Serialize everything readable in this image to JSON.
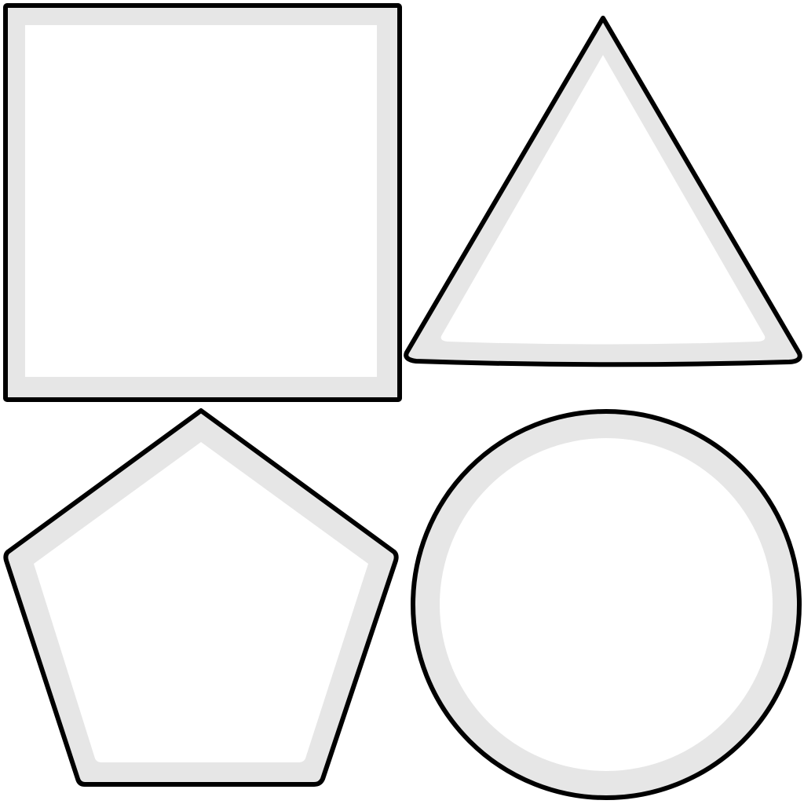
{
  "colors": {
    "background": "#ffffff",
    "outline": "#000000",
    "border_fill": "#e6e6e6",
    "interior_fill": "#ffffff"
  },
  "shapes": [
    {
      "kind": "square",
      "icon": "square-icon"
    },
    {
      "kind": "triangle",
      "icon": "triangle-icon"
    },
    {
      "kind": "pentagon",
      "icon": "pentagon-icon"
    },
    {
      "kind": "circle",
      "icon": "circle-icon"
    }
  ]
}
